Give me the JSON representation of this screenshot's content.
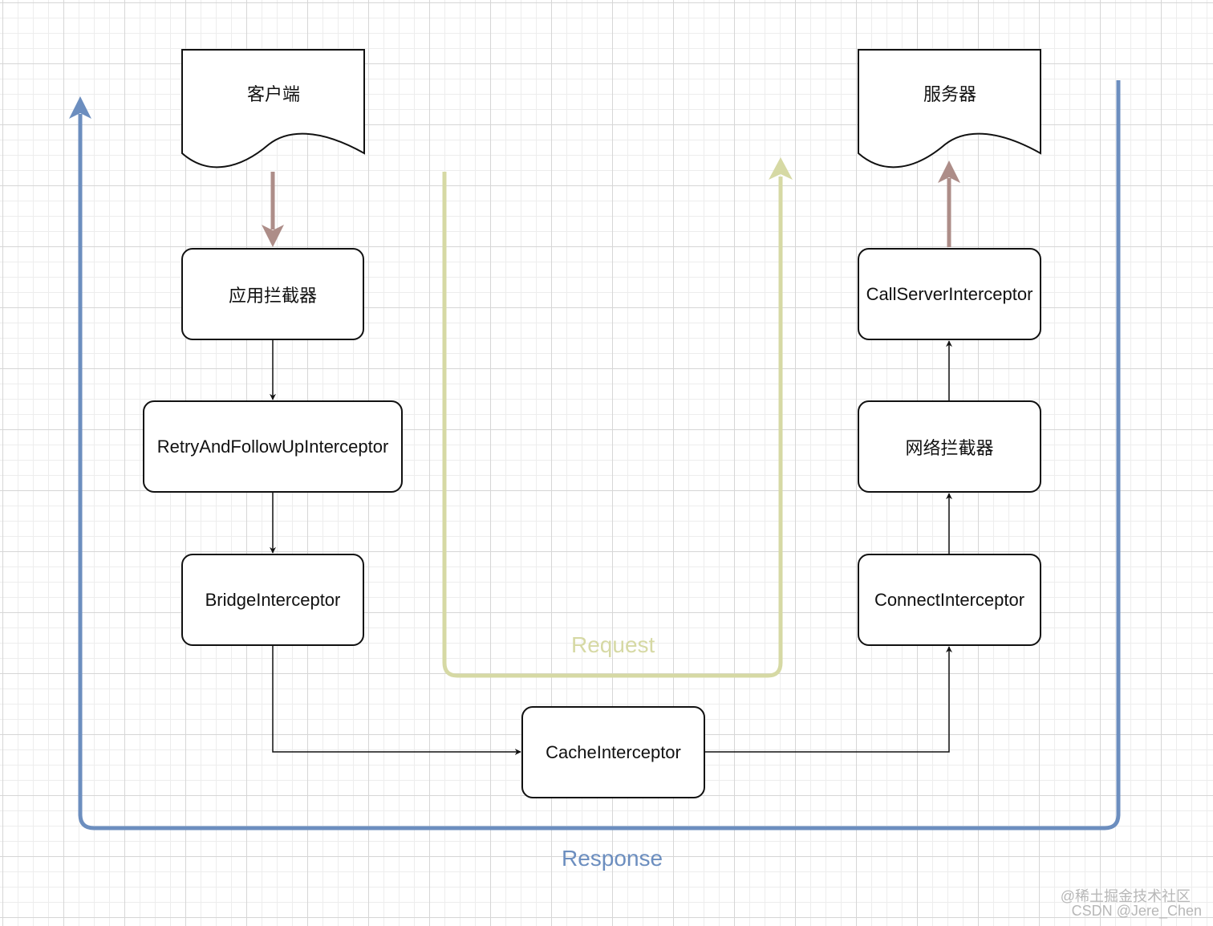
{
  "diagram": {
    "documents": {
      "client": "客户端",
      "server": "服务器"
    },
    "nodes": {
      "app_interceptor": "应用拦截器",
      "retry": "RetryAndFollowUpInterceptor",
      "bridge": "BridgeInterceptor",
      "cache": "CacheInterceptor",
      "connect": "ConnectInterceptor",
      "network_interceptor": "网络拦截器",
      "call_server": "CallServerInterceptor"
    },
    "flows": {
      "request": "Request",
      "response": "Response"
    },
    "colors": {
      "request": "#d6d9a4",
      "response": "#6c8ebf",
      "doc_arrow": "#ad8d88",
      "edge": "#111111",
      "grid": "#d6d6d6"
    }
  },
  "watermark": {
    "line1": "@稀土掘金技术社区",
    "line2": "CSDN @Jere_Chen"
  }
}
